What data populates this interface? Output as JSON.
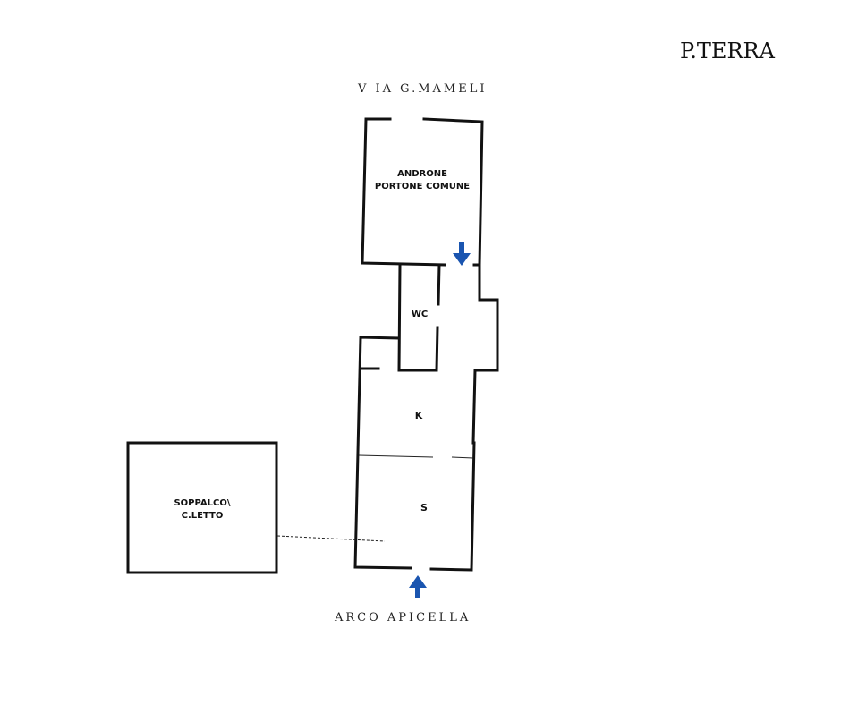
{
  "floor_title": "P.TERRA",
  "streets": {
    "top": "V IA G.MAMELI",
    "bottom": "ARCO APICELLA"
  },
  "rooms": {
    "androne_line1": "ANDRONE",
    "androne_line2": "PORTONE COMUNE",
    "wc": "WC",
    "k": "K",
    "s": "S",
    "soppalco_line1": "SOPPALCO\\",
    "soppalco_line2": "C.LETTO"
  },
  "colors": {
    "walls": "#111111",
    "arrows": "#1a55b0"
  },
  "icons": {
    "entrance_top": "arrow-down-icon",
    "entrance_bottom": "arrow-up-icon"
  }
}
